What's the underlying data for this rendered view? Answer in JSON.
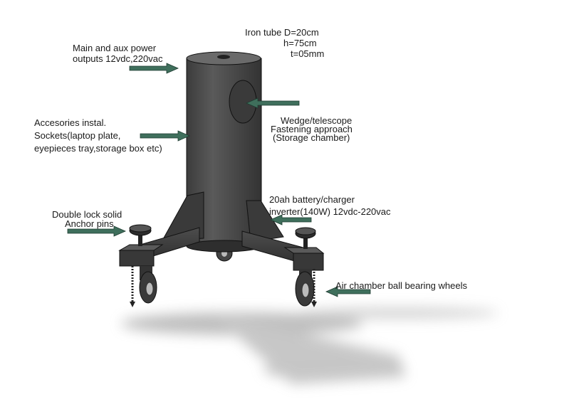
{
  "labels": {
    "iron_tube": [
      "Iron tube D=20cm",
      "h=75cm",
      "t=05mm"
    ],
    "power_outputs": [
      "Main and aux power",
      "outputs 12vdc,220vac"
    ],
    "accessories": [
      "Accesories instal.",
      "Sockets(laptop plate,",
      "eyepieces tray,storage box etc)"
    ],
    "wedge": [
      "Wedge/telescope",
      "Fastening approach",
      "(Storage chamber)"
    ],
    "battery": [
      "20ah battery/charger",
      "inverter(140W) 12vdc-220vac"
    ],
    "anchor_pins": [
      "Double lock solid",
      "Anchor pins"
    ],
    "wheels": [
      "Air chamber  ball bearing wheels"
    ]
  },
  "colors": {
    "body": "#4a4a4a",
    "body_dark": "#2e2e2e",
    "arrow": "#3f6f5c",
    "shadow": "#888888"
  }
}
